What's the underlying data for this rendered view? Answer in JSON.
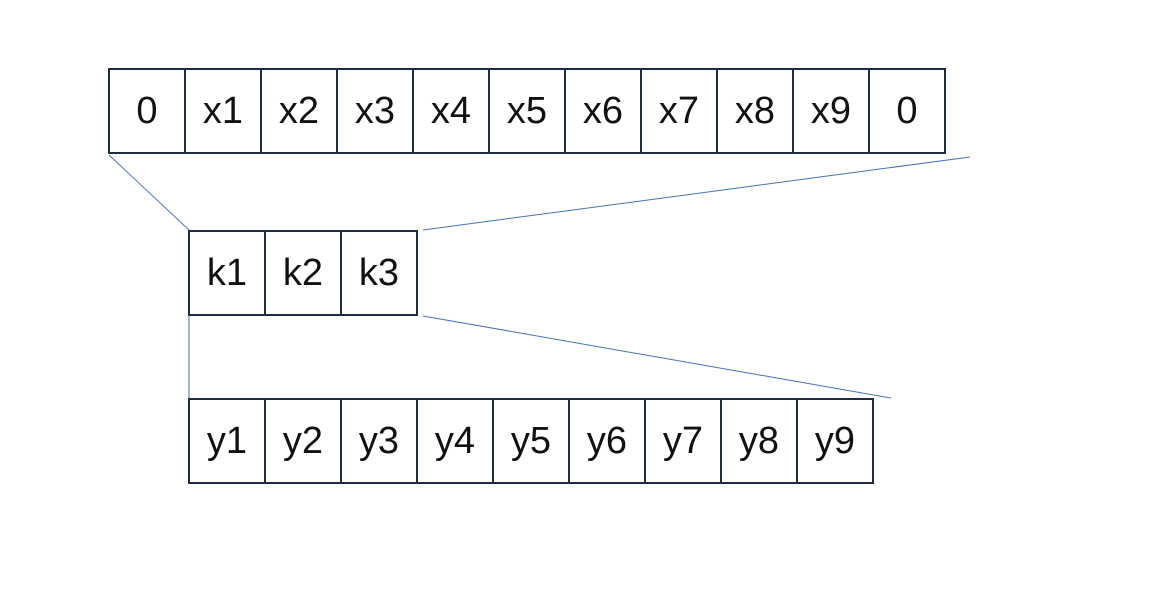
{
  "input_row": [
    "0",
    "x1",
    "x2",
    "x3",
    "x4",
    "x5",
    "x6",
    "x7",
    "x8",
    "x9",
    "0"
  ],
  "kernel_row": [
    "k1",
    "k2",
    "k3"
  ],
  "output_row": [
    "y1",
    "y2",
    "y3",
    "y4",
    "y5",
    "y6",
    "y7",
    "y8",
    "y9"
  ],
  "colors": {
    "cell_border": "#1f2d44",
    "connector_line": "#4a72b8",
    "text": "#111111"
  }
}
